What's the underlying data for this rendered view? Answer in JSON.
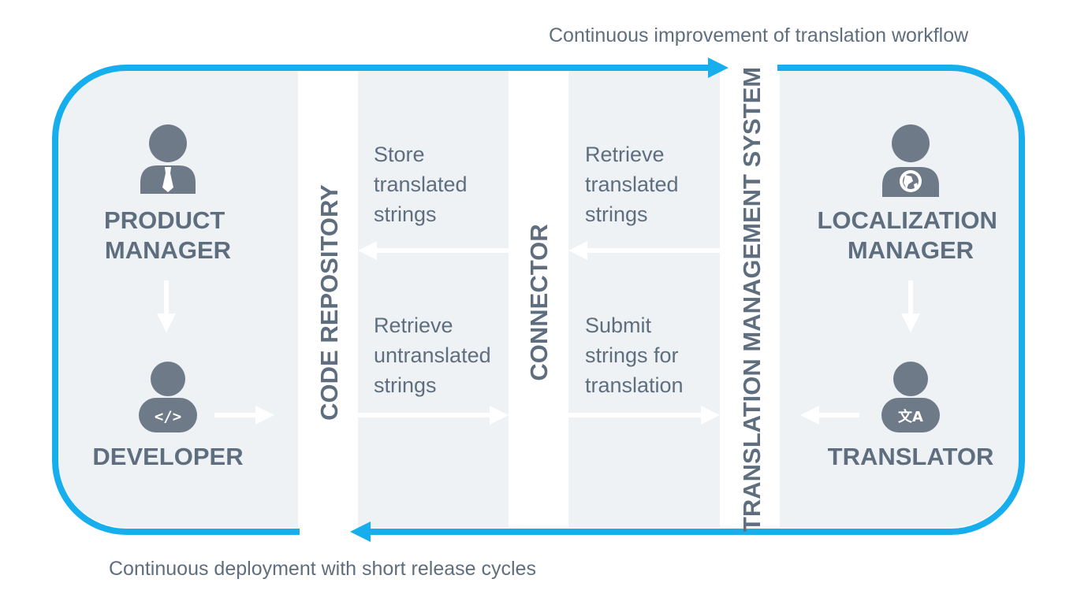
{
  "top_caption": "Continuous improvement of translation workflow",
  "bottom_caption": "Continuous deployment with short release cycles",
  "columns": {
    "code_repository": "CODE REPOSITORY",
    "connector": "CONNECTOR",
    "tms": "TRANSLATION MANAGEMENT SYSTEM"
  },
  "roles": {
    "product_manager": [
      "PRODUCT",
      "MANAGER"
    ],
    "developer": "DEVELOPER",
    "localization_manager": [
      "LOCALIZATION",
      "MANAGER"
    ],
    "translator": "TRANSLATOR"
  },
  "steps": {
    "store": [
      "Store",
      "translated",
      "strings"
    ],
    "retrieve_translated": [
      "Retrieve",
      "translated",
      "strings"
    ],
    "retrieve_untranslated": [
      "Retrieve",
      "untranslated",
      "strings"
    ],
    "submit": [
      "Submit",
      "strings for",
      "translation"
    ]
  },
  "icons": {
    "developer_badge": "</>",
    "translator_badge": "文A"
  },
  "colors": {
    "loop": "#17aeee",
    "panel": "#eef2f5",
    "text": "#5f6e7e",
    "icon": "#6e7a87"
  }
}
